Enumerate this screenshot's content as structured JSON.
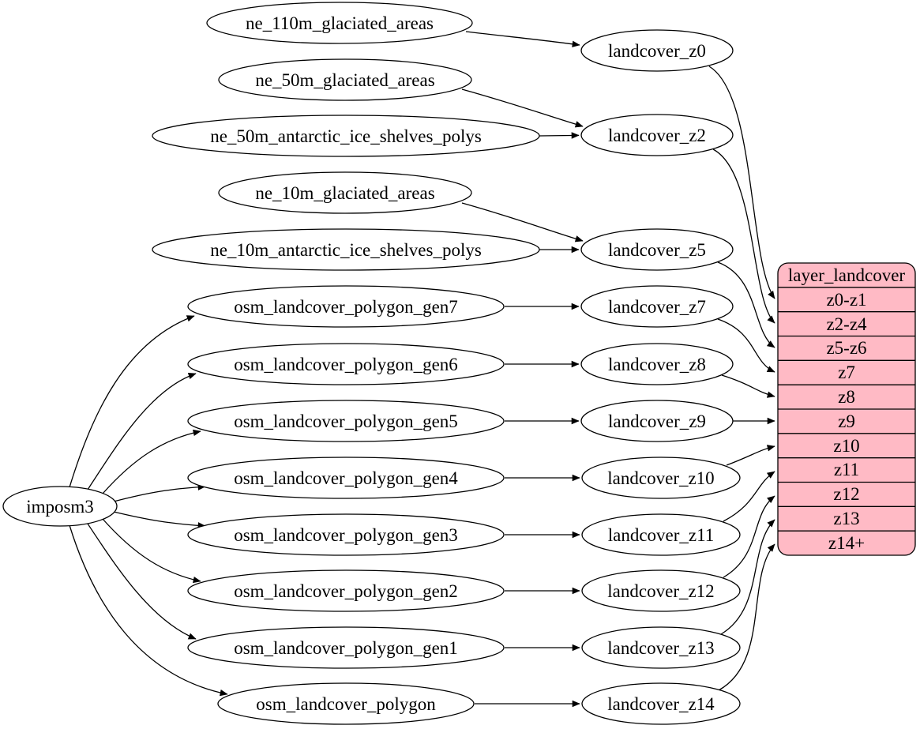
{
  "colors": {
    "background": "#ffffff",
    "node_fill": "#ffffff",
    "node_stroke": "#000000",
    "edge": "#000000",
    "record_fill": "#ffbac5",
    "record_stroke": "#000000"
  },
  "nodes": {
    "imposm3": {
      "label": "imposm3"
    },
    "ne_110m_glaciated_areas": {
      "label": "ne_110m_glaciated_areas"
    },
    "ne_50m_glaciated_areas": {
      "label": "ne_50m_glaciated_areas"
    },
    "ne_50m_antarctic_ice_shelves_polys": {
      "label": "ne_50m_antarctic_ice_shelves_polys"
    },
    "ne_10m_glaciated_areas": {
      "label": "ne_10m_glaciated_areas"
    },
    "ne_10m_antarctic_ice_shelves_polys": {
      "label": "ne_10m_antarctic_ice_shelves_polys"
    },
    "osm_landcover_polygon_gen7": {
      "label": "osm_landcover_polygon_gen7"
    },
    "osm_landcover_polygon_gen6": {
      "label": "osm_landcover_polygon_gen6"
    },
    "osm_landcover_polygon_gen5": {
      "label": "osm_landcover_polygon_gen5"
    },
    "osm_landcover_polygon_gen4": {
      "label": "osm_landcover_polygon_gen4"
    },
    "osm_landcover_polygon_gen3": {
      "label": "osm_landcover_polygon_gen3"
    },
    "osm_landcover_polygon_gen2": {
      "label": "osm_landcover_polygon_gen2"
    },
    "osm_landcover_polygon_gen1": {
      "label": "osm_landcover_polygon_gen1"
    },
    "osm_landcover_polygon": {
      "label": "osm_landcover_polygon"
    },
    "landcover_z0": {
      "label": "landcover_z0"
    },
    "landcover_z2": {
      "label": "landcover_z2"
    },
    "landcover_z5": {
      "label": "landcover_z5"
    },
    "landcover_z7": {
      "label": "landcover_z7"
    },
    "landcover_z8": {
      "label": "landcover_z8"
    },
    "landcover_z9": {
      "label": "landcover_z9"
    },
    "landcover_z10": {
      "label": "landcover_z10"
    },
    "landcover_z11": {
      "label": "landcover_z11"
    },
    "landcover_z12": {
      "label": "landcover_z12"
    },
    "landcover_z13": {
      "label": "landcover_z13"
    },
    "landcover_z14": {
      "label": "landcover_z14"
    }
  },
  "record": {
    "title": "layer_landcover",
    "rows": [
      "z0-z1",
      "z2-z4",
      "z5-z6",
      "z7",
      "z8",
      "z9",
      "z10",
      "z11",
      "z12",
      "z13",
      "z14+"
    ]
  },
  "edges": [
    {
      "from": "ne_110m_glaciated_areas",
      "to": "landcover_z0"
    },
    {
      "from": "ne_50m_glaciated_areas",
      "to": "landcover_z2"
    },
    {
      "from": "ne_50m_antarctic_ice_shelves_polys",
      "to": "landcover_z2"
    },
    {
      "from": "ne_10m_glaciated_areas",
      "to": "landcover_z5"
    },
    {
      "from": "ne_10m_antarctic_ice_shelves_polys",
      "to": "landcover_z5"
    },
    {
      "from": "imposm3",
      "to": "osm_landcover_polygon_gen7"
    },
    {
      "from": "imposm3",
      "to": "osm_landcover_polygon_gen6"
    },
    {
      "from": "imposm3",
      "to": "osm_landcover_polygon_gen5"
    },
    {
      "from": "imposm3",
      "to": "osm_landcover_polygon_gen4"
    },
    {
      "from": "imposm3",
      "to": "osm_landcover_polygon_gen3"
    },
    {
      "from": "imposm3",
      "to": "osm_landcover_polygon_gen2"
    },
    {
      "from": "imposm3",
      "to": "osm_landcover_polygon_gen1"
    },
    {
      "from": "imposm3",
      "to": "osm_landcover_polygon"
    },
    {
      "from": "osm_landcover_polygon_gen7",
      "to": "landcover_z7"
    },
    {
      "from": "osm_landcover_polygon_gen6",
      "to": "landcover_z8"
    },
    {
      "from": "osm_landcover_polygon_gen5",
      "to": "landcover_z9"
    },
    {
      "from": "osm_landcover_polygon_gen4",
      "to": "landcover_z10"
    },
    {
      "from": "osm_landcover_polygon_gen3",
      "to": "landcover_z11"
    },
    {
      "from": "osm_landcover_polygon_gen2",
      "to": "landcover_z12"
    },
    {
      "from": "osm_landcover_polygon_gen1",
      "to": "landcover_z13"
    },
    {
      "from": "osm_landcover_polygon",
      "to": "landcover_z14"
    },
    {
      "from": "landcover_z0",
      "to": "layer_landcover:z0-z1"
    },
    {
      "from": "landcover_z2",
      "to": "layer_landcover:z2-z4"
    },
    {
      "from": "landcover_z5",
      "to": "layer_landcover:z5-z6"
    },
    {
      "from": "landcover_z7",
      "to": "layer_landcover:z7"
    },
    {
      "from": "landcover_z8",
      "to": "layer_landcover:z8"
    },
    {
      "from": "landcover_z9",
      "to": "layer_landcover:z9"
    },
    {
      "from": "landcover_z10",
      "to": "layer_landcover:z10"
    },
    {
      "from": "landcover_z11",
      "to": "layer_landcover:z11"
    },
    {
      "from": "landcover_z12",
      "to": "layer_landcover:z12"
    },
    {
      "from": "landcover_z13",
      "to": "layer_landcover:z13"
    },
    {
      "from": "landcover_z14",
      "to": "layer_landcover:z14+"
    }
  ]
}
